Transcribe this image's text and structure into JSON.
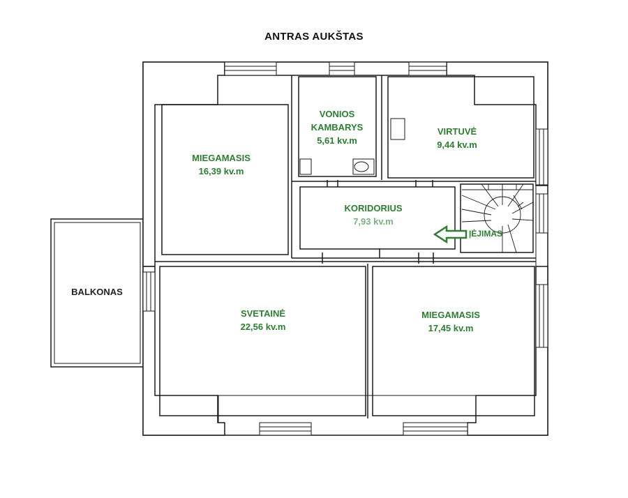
{
  "title": "ANTRAS AUKŠTAS",
  "colors": {
    "wall": "#1a1a1a",
    "label": "#2e7d32",
    "arrow": "#2e7d32",
    "light_label": "#7fae81"
  },
  "rooms": {
    "bedroom_left": {
      "name": "MIEGAMASIS",
      "area": "16,39 kv.m"
    },
    "bathroom": {
      "name_line1": "VONIOS",
      "name_line2": "KAMBARYS",
      "area": "5,61 kv.m"
    },
    "kitchen": {
      "name": "VIRTUVĖ",
      "area": "9,44 kv.m"
    },
    "corridor": {
      "name": "KORIDORIUS",
      "area": "7,93 kv.m"
    },
    "entrance": {
      "name": "ĮĖJIMAS"
    },
    "balcony": {
      "name": "BALKONAS"
    },
    "living_room": {
      "name": "SVETAINĖ",
      "area": "22,56 kv.m"
    },
    "bedroom_right": {
      "name": "MIEGAMASIS",
      "area": "17,45 kv.m"
    }
  }
}
